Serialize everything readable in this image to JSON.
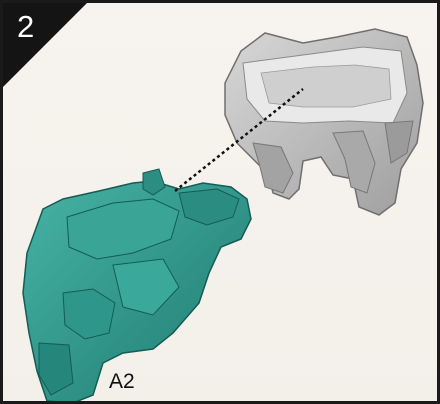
{
  "step": {
    "number": "2"
  },
  "part": {
    "label": "A2"
  },
  "colors": {
    "teal_part": "#2f9a8f",
    "grey_part": "#b9b9b9",
    "background": "#f5f1ec",
    "frame": "#1a1a1a"
  },
  "icons": [
    "step-badge",
    "assembly-arrow"
  ]
}
